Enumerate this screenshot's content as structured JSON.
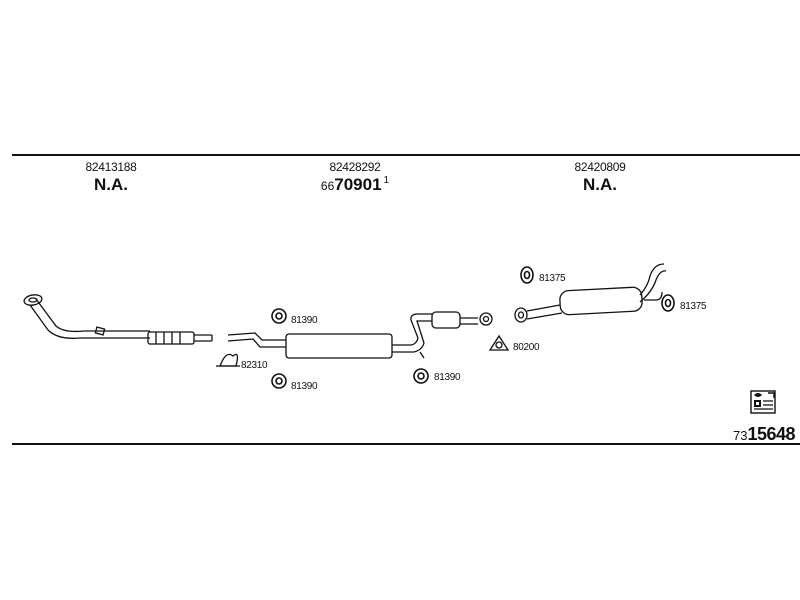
{
  "sections": [
    {
      "part_number": "82413188",
      "status": "N.A."
    },
    {
      "part_number": "82428292",
      "code_prefix": "66",
      "code_main": "70901",
      "code_suffix": "1"
    },
    {
      "part_number": "82420809",
      "status": "N.A."
    }
  ],
  "callouts": {
    "hanger_81390_top": "81390",
    "clamp_82310": "82310",
    "hanger_81390_bottom": "81390",
    "hanger_81390_mid": "81390",
    "gasket_80200": "80200",
    "hanger_81375_left": "81375",
    "hanger_81375_right": "81375"
  },
  "kit_code": {
    "prefix": "73",
    "main": "15648"
  },
  "logo_icon": "book-wrench-icon"
}
